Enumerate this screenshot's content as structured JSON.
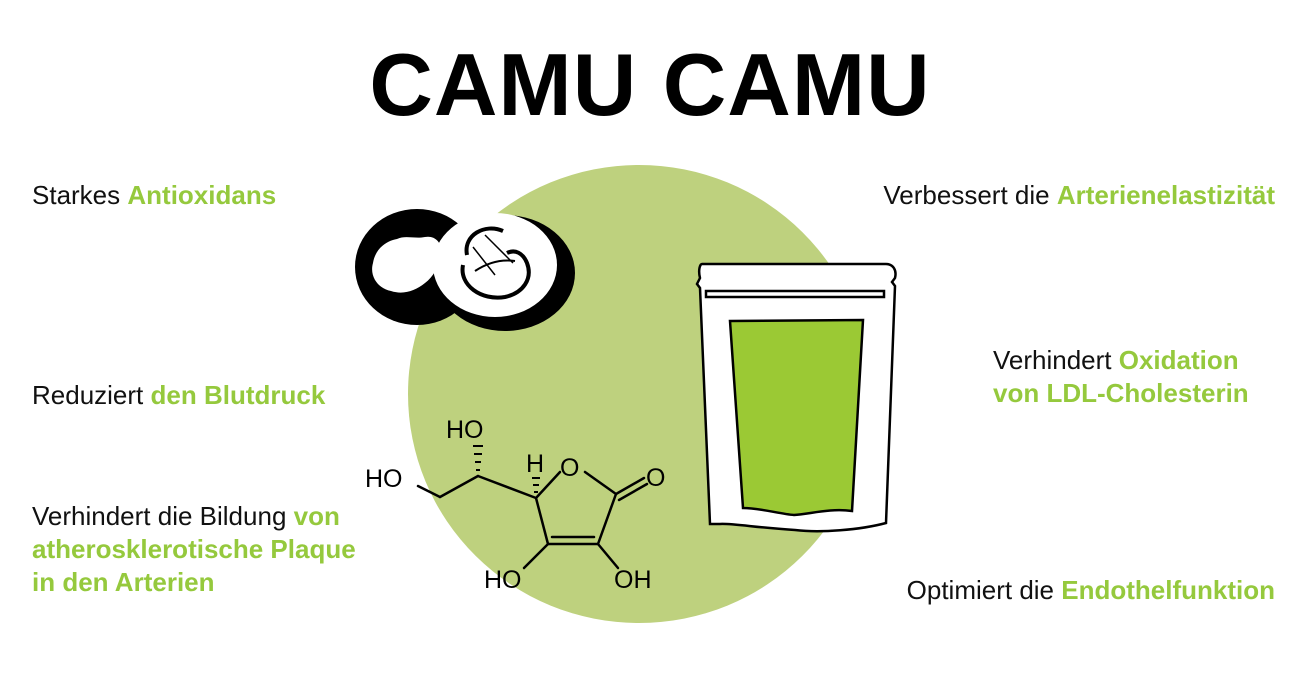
{
  "title": "CAMU CAMU",
  "colors": {
    "accent_text": "#95c93d",
    "circle_background": "#bed17e",
    "bag_fill": "#9bc934",
    "text": "#111111"
  },
  "features": {
    "antioxidant": {
      "plain": "Starkes ",
      "highlight": "Antioxidans"
    },
    "blood_pressure": {
      "plain": "Reduziert ",
      "highlight": "den Blutdruck"
    },
    "plaque": {
      "plain": "Verhindert die Bildung ",
      "highlight_line1": "von",
      "line2": "atherosklerotische Plaque",
      "line3": "in den Arterien"
    },
    "elasticity": {
      "plain": "Verbessert die ",
      "highlight": "Arterienelastizität"
    },
    "ldl": {
      "plain": "Verhindert ",
      "highlight_line1": "Oxidation",
      "line2": "von LDL-Cholesterin"
    },
    "endothel": {
      "plain": "Optimiert die ",
      "highlight": "Endothelfunktion"
    }
  },
  "illustrations": {
    "fruit": "camu-camu-fruit-icon",
    "bag": "powder-bag-icon",
    "molecule": {
      "name": "ascorbic-acid-structure",
      "labels": [
        "HO",
        "HO",
        "H",
        "O",
        "O",
        "HO",
        "OH"
      ]
    }
  }
}
